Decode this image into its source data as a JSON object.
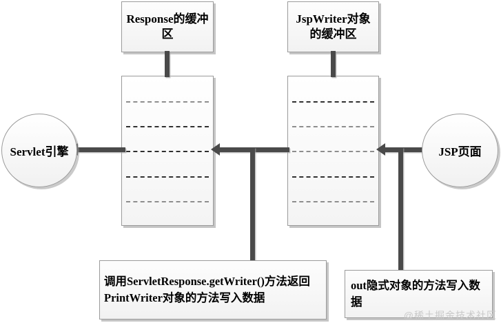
{
  "diagram": {
    "title": "Response / JspWriter buffer flow",
    "captions": [
      {
        "id": "response-buffer-caption",
        "line1": "Response",
        "line2": "的缓冲区",
        "text": "Response的缓冲区"
      },
      {
        "id": "jspwriter-buffer-caption",
        "line1": "JspWriter对",
        "line2": "象的缓冲区",
        "text": "JspWriter对象的缓冲区"
      }
    ],
    "buffers": [
      {
        "id": "response-buffer",
        "caption": "Response的缓冲区",
        "divider_count": 5
      },
      {
        "id": "jspwriter-buffer",
        "caption": "JspWriter对象的缓冲区",
        "divider_count": 5
      }
    ],
    "nodes": [
      {
        "id": "servlet-engine",
        "label": "Servlet引擎"
      },
      {
        "id": "jsp-page",
        "label": "JSP页面"
      }
    ],
    "notes": [
      {
        "id": "note-getwriter",
        "text": "调用ServletResponse.getWriter()方法返回PrintWriter对象的方法写入数据"
      },
      {
        "id": "note-out",
        "text": "out隐式对象的方法写入数据"
      }
    ],
    "colors": {
      "connector": "#4a4a4a",
      "box_border": "#9a9a9a",
      "box_fill": "#f5f5f5",
      "text": "#000000",
      "watermark": "#c9c9c9"
    },
    "watermark": "@稀土掘金技术社区"
  }
}
